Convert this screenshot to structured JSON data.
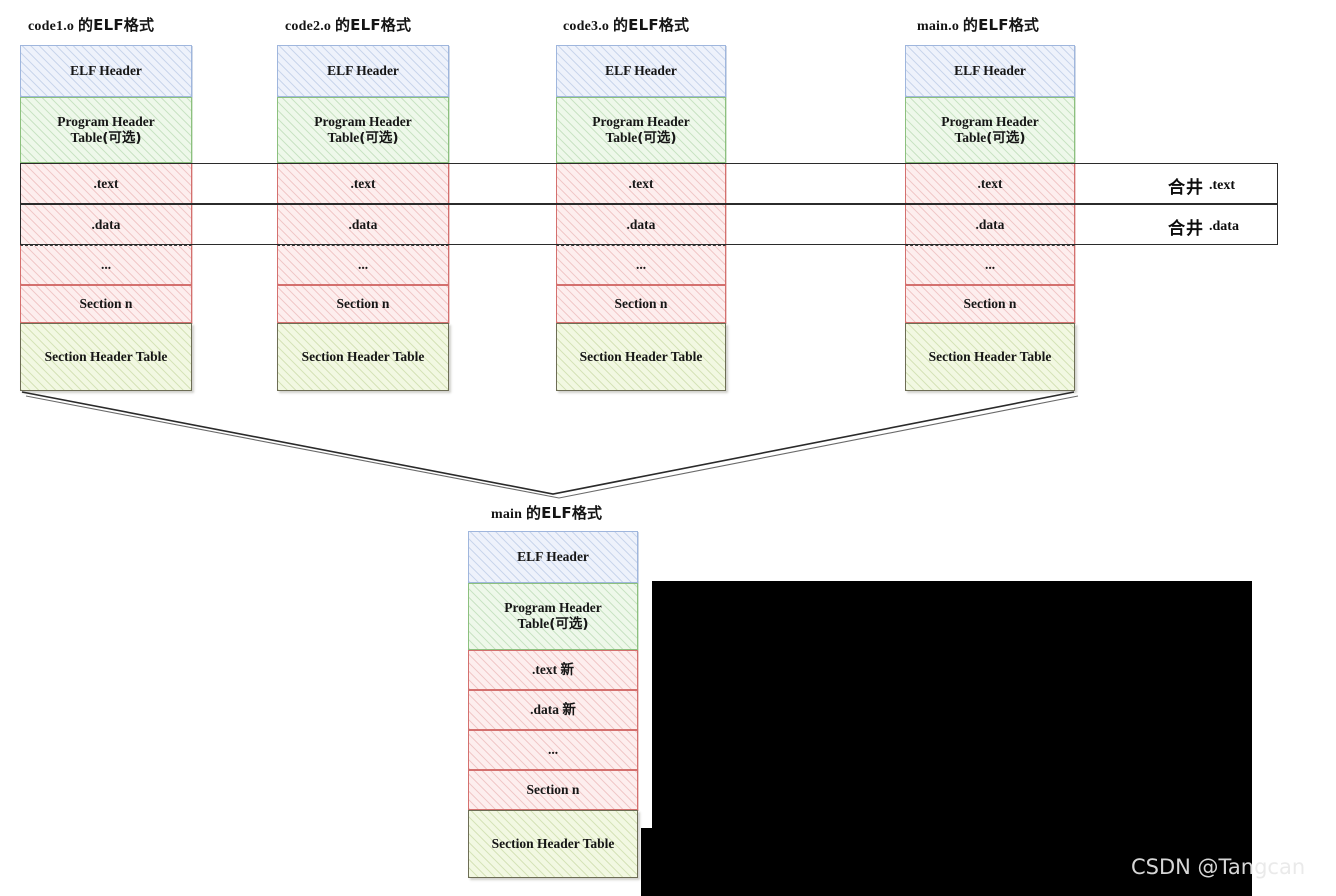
{
  "diagram": {
    "title_suffix_cjk": "的ELF格式",
    "columns": [
      {
        "id": "code1",
        "title_latin": "code1.o",
        "title_cjk": "的ELF格式",
        "rows": [
          {
            "label": "ELF Header",
            "kind": "elf-header"
          },
          {
            "label": "Program Header\nTable(可选)",
            "kind": "program-header-table"
          },
          {
            "label": ".text",
            "kind": "section"
          },
          {
            "label": ".data",
            "kind": "section"
          },
          {
            "label": "...",
            "kind": "section"
          },
          {
            "label": "Section n",
            "kind": "section"
          },
          {
            "label": "Section Header Table",
            "kind": "section-header-table"
          }
        ]
      },
      {
        "id": "code2",
        "title_latin": "code2.o",
        "title_cjk": "的ELF格式",
        "rows": [
          {
            "label": "ELF Header",
            "kind": "elf-header"
          },
          {
            "label": "Program Header\nTable(可选)",
            "kind": "program-header-table"
          },
          {
            "label": ".text",
            "kind": "section"
          },
          {
            "label": ".data",
            "kind": "section"
          },
          {
            "label": "...",
            "kind": "section"
          },
          {
            "label": "Section n",
            "kind": "section"
          },
          {
            "label": "Section Header Table",
            "kind": "section-header-table"
          }
        ]
      },
      {
        "id": "code3",
        "title_latin": "code3.o",
        "title_cjk": "的ELF格式",
        "rows": [
          {
            "label": "ELF Header",
            "kind": "elf-header"
          },
          {
            "label": "Program Header\nTable(可选)",
            "kind": "program-header-table"
          },
          {
            "label": ".text",
            "kind": "section"
          },
          {
            "label": ".data",
            "kind": "section"
          },
          {
            "label": "...",
            "kind": "section"
          },
          {
            "label": "Section n",
            "kind": "section"
          },
          {
            "label": "Section Header Table",
            "kind": "section-header-table"
          }
        ]
      },
      {
        "id": "main_o",
        "title_latin": "main.o",
        "title_cjk": "的ELF格式",
        "rows": [
          {
            "label": "ELF Header",
            "kind": "elf-header"
          },
          {
            "label": "Program Header\nTable(可选)",
            "kind": "program-header-table"
          },
          {
            "label": ".text",
            "kind": "section"
          },
          {
            "label": ".data",
            "kind": "section"
          },
          {
            "label": "...",
            "kind": "section"
          },
          {
            "label": "Section n",
            "kind": "section"
          },
          {
            "label": "Section Header Table",
            "kind": "section-header-table"
          }
        ]
      }
    ],
    "merge_labels": [
      {
        "cjk": "合井",
        "latin": ".text"
      },
      {
        "cjk": "合井",
        "latin": ".data"
      }
    ],
    "output": {
      "id": "main",
      "title_latin": "main",
      "title_cjk": "的ELF格式",
      "rows": [
        {
          "label": "ELF Header",
          "kind": "elf-header"
        },
        {
          "label": "Program Header\nTable(可选)",
          "kind": "program-header-table"
        },
        {
          "label": ".text 新",
          "kind": "section"
        },
        {
          "label": ".data 新",
          "kind": "section"
        },
        {
          "label": "...",
          "kind": "section"
        },
        {
          "label": "Section n",
          "kind": "section"
        },
        {
          "label": "Section Header Table",
          "kind": "section-header-table"
        }
      ]
    }
  },
  "watermark": {
    "text": "CSDN @Tangcan"
  },
  "colors": {
    "elf_header_fill": "#eef2fb",
    "elf_header_stroke": "#9fb6dd",
    "program_header_fill": "#eef8ea",
    "program_header_stroke": "#8cc07e",
    "section_fill": "#fdeeee",
    "section_stroke": "#d4706e",
    "section_header_table_fill": "#f2f8e2",
    "section_header_table_stroke": "#6d6d55",
    "merge_band_stroke": "#2b2b2b",
    "occluder": "#000000",
    "background": "#ffffff"
  }
}
